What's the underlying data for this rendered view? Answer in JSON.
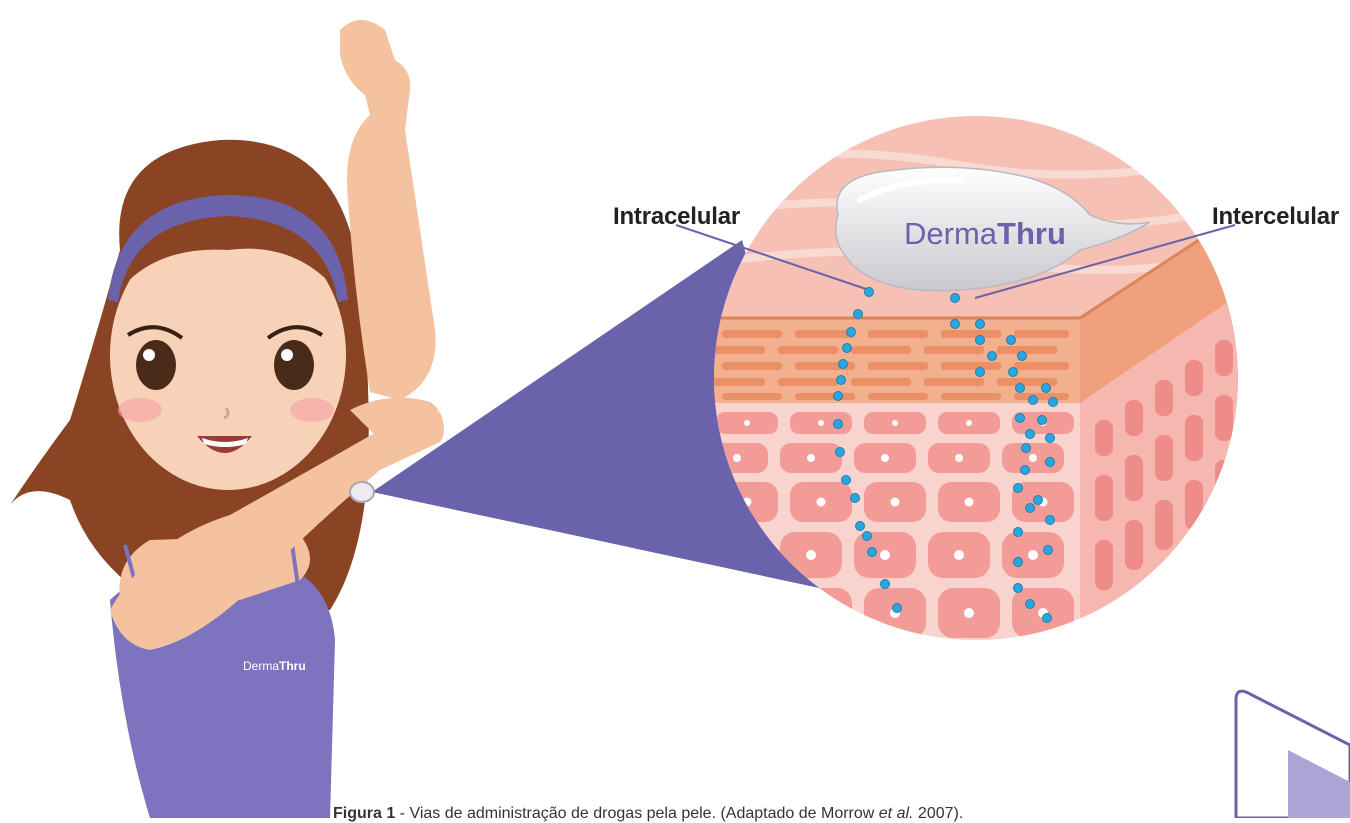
{
  "labels": {
    "intracelular": "Intracelular",
    "intercelular": "Intercelular"
  },
  "brand": {
    "cream_prefix": "Derma",
    "cream_suffix": "Thru",
    "shirt_prefix": "Derma",
    "shirt_suffix": "Thru"
  },
  "caption": {
    "figure": "Figura 1",
    "text_before": " - Vias de administração de drogas pela pele. (Adaptado de Morrow ",
    "et_al": "et al.",
    "text_after": " 2007)."
  },
  "colors": {
    "accent_purple": "#6A62AA",
    "skin_pink": "#F6B6AF",
    "cell_pink": "#F39C97",
    "drug_blue": "#2AA6DF",
    "hair_brown": "#8A4424"
  }
}
